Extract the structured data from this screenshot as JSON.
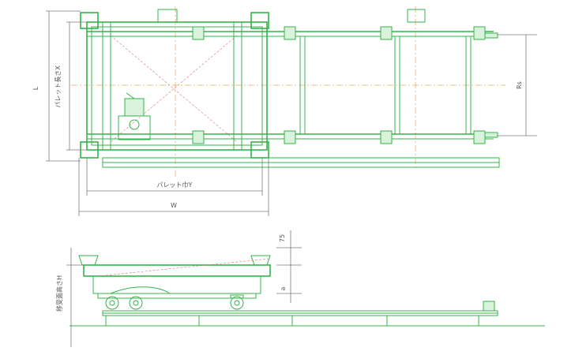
{
  "colors": {
    "line": "#35b24a",
    "centerline": "#f3a35b",
    "dimension": "#7a7a7a"
  },
  "labels": {
    "L": "L",
    "pallet_length": "パレット長さX",
    "Rs": "Rs",
    "pallet_width": "パレット巾Y",
    "W": "W",
    "transfer_height": "移受面高さH",
    "dim_75": "75",
    "dim_a": "a"
  }
}
